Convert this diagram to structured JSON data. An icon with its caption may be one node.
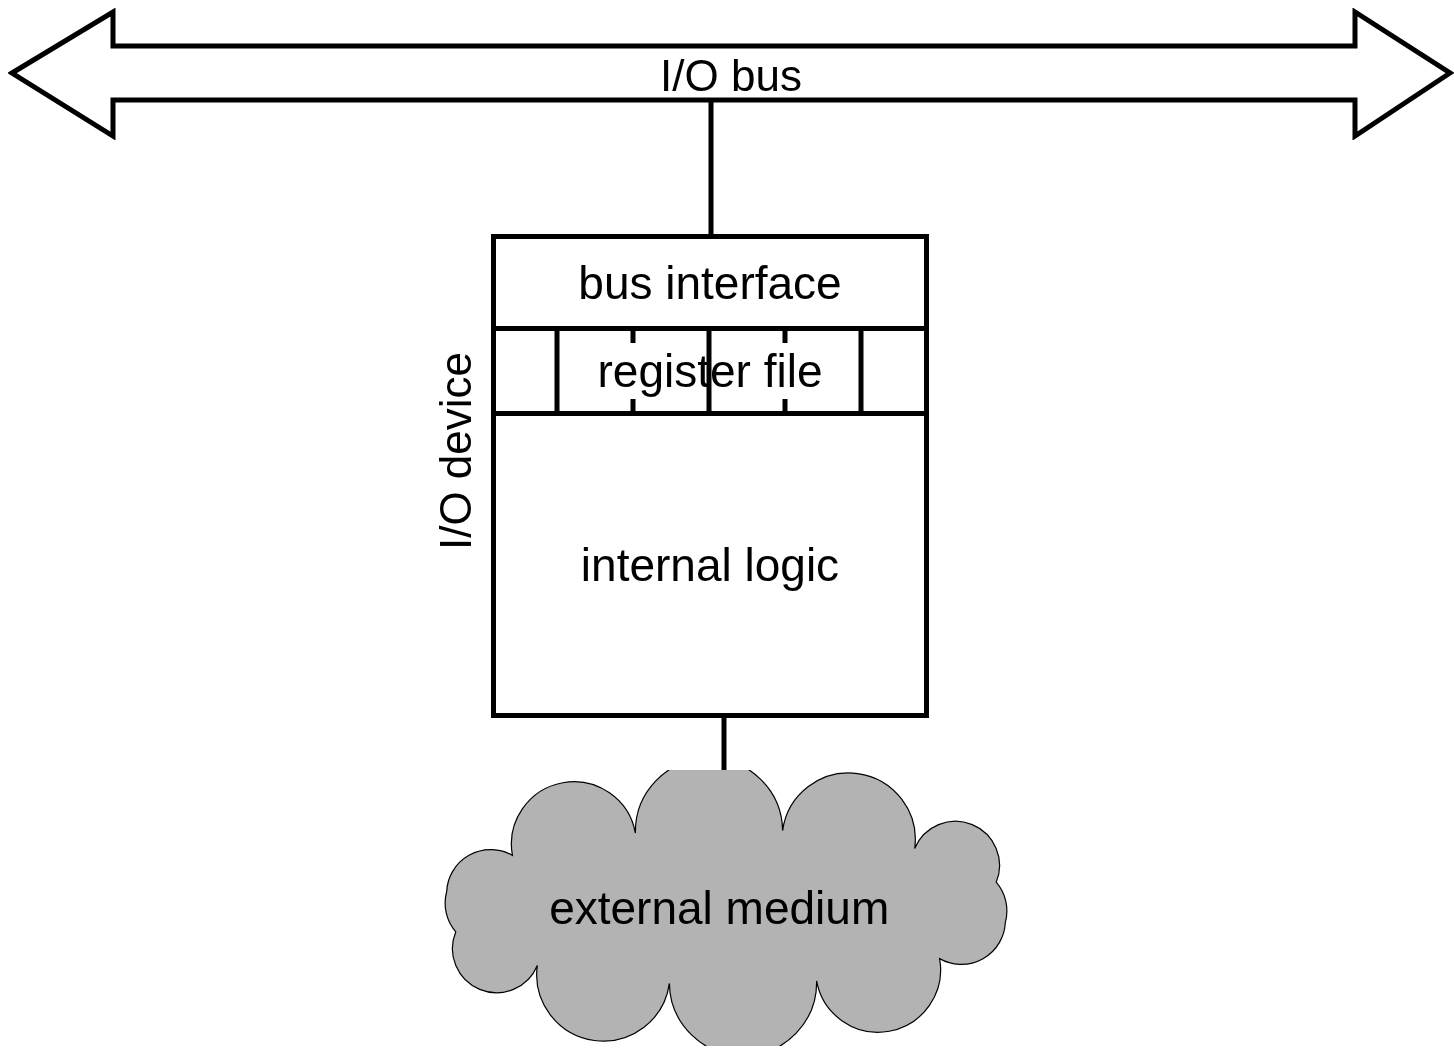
{
  "diagram": {
    "nodes": [
      {
        "text": [
          "I/O bus"
        ]
      },
      {
        "text": [
          "I/O device"
        ]
      },
      {
        "text": [
          "bus interface"
        ],
        "in": 1
      },
      {
        "text": [
          "register file"
        ],
        "in": 1
      },
      {
        "text": [
          "internal logic"
        ],
        "in": 1
      },
      {
        "text": [
          "external medium"
        ]
      }
    ],
    "edges": [
      {
        "from": 0,
        "to": 1,
        "arrow": "none"
      },
      {
        "from": 1,
        "to": 5,
        "arrow": "none"
      }
    ]
  }
}
